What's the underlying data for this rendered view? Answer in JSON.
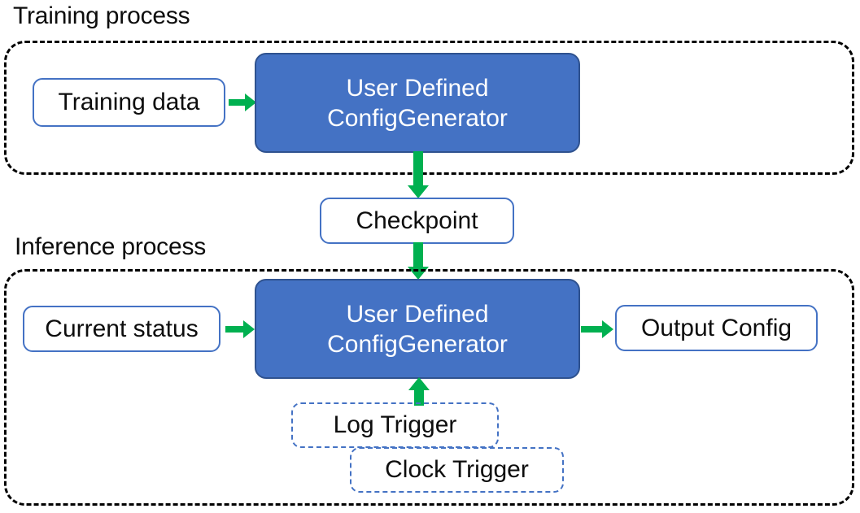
{
  "diagram": {
    "title_top": "Training process",
    "title_bottom": "Inference process",
    "accent_blue": "#4472C4",
    "process_fill": "#4472C4",
    "process_border": "#2F528F",
    "arrow_color": "#00B050",
    "container_border": "#000000",
    "text_color": "#0d0d0d",
    "process_text_color": "#ffffff"
  },
  "training": {
    "label": "Training process",
    "input": {
      "label": "Training data"
    },
    "process": {
      "line1": "User Defined",
      "line2": "ConfigGenerator"
    }
  },
  "checkpoint": {
    "label": "Checkpoint"
  },
  "inference": {
    "label": "Inference process",
    "input": {
      "label": "Current status"
    },
    "process": {
      "line1": "User Defined",
      "line2": "ConfigGenerator"
    },
    "output": {
      "label": "Output Config"
    },
    "triggers": [
      {
        "label": "Log Trigger"
      },
      {
        "label": "Clock Trigger"
      }
    ]
  },
  "arrows": {
    "training_data_to_process": "arrow-right",
    "training_process_to_checkpoint": "arrow-down",
    "checkpoint_to_inference_process": "arrow-down",
    "current_status_to_process": "arrow-right",
    "process_to_output": "arrow-right",
    "triggers_to_process": "arrow-up"
  }
}
